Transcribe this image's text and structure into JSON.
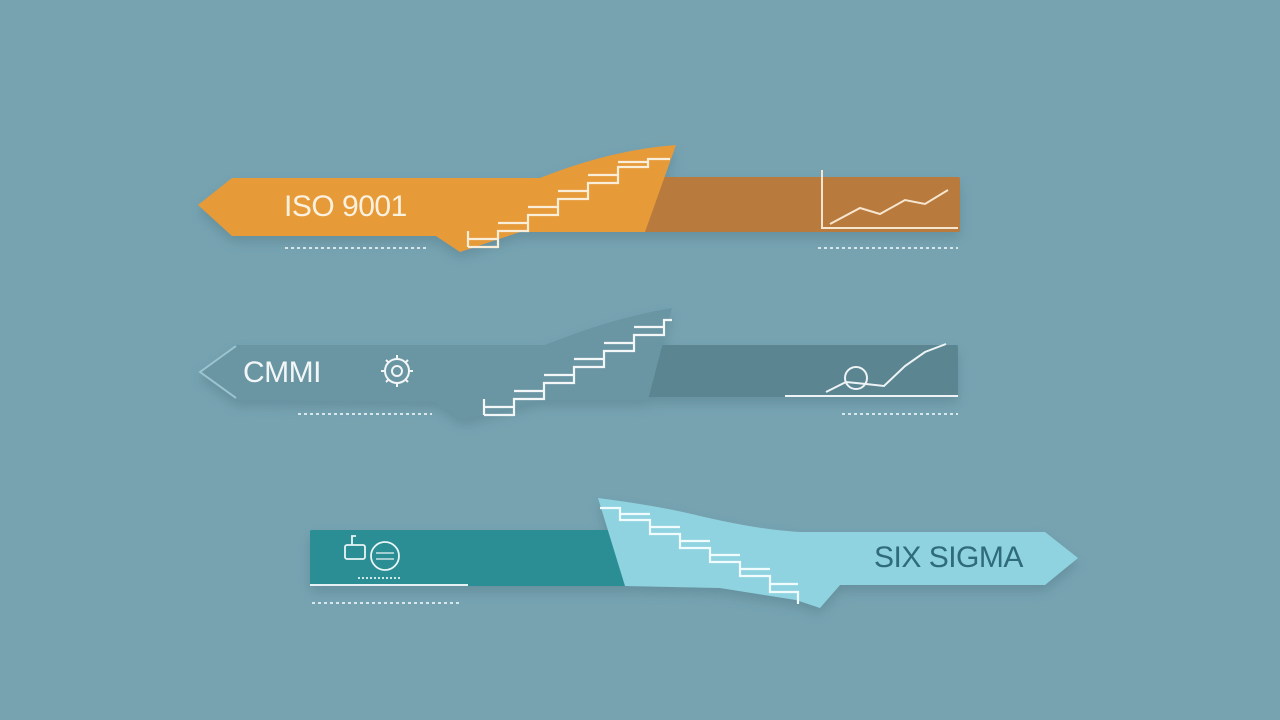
{
  "background_color": "#77a3b1",
  "banners": [
    {
      "label": "ISO 9001",
      "direction": "left",
      "icon": "staircase-icon",
      "chart_icon": "line-chart-icon",
      "colors": {
        "arrow": "#e69a37",
        "tail": "#b87a3c",
        "arrow_shade": "#d4862a"
      }
    },
    {
      "label": "CMMI",
      "direction": "left",
      "icon": "gear-icon",
      "chart_icon": "growth-chart-icon",
      "colors": {
        "arrow": "#6a96a3",
        "tail": "#5a8591",
        "arrow_shade": "#5f8b98"
      }
    },
    {
      "label": "SIX SIGMA",
      "direction": "right",
      "icon": "process-icon",
      "chart_icon": "staircase-icon",
      "colors": {
        "arrow": "#8fd3e0",
        "tail": "#2c8e94",
        "arrow_shade": "#75c1d0"
      }
    }
  ]
}
